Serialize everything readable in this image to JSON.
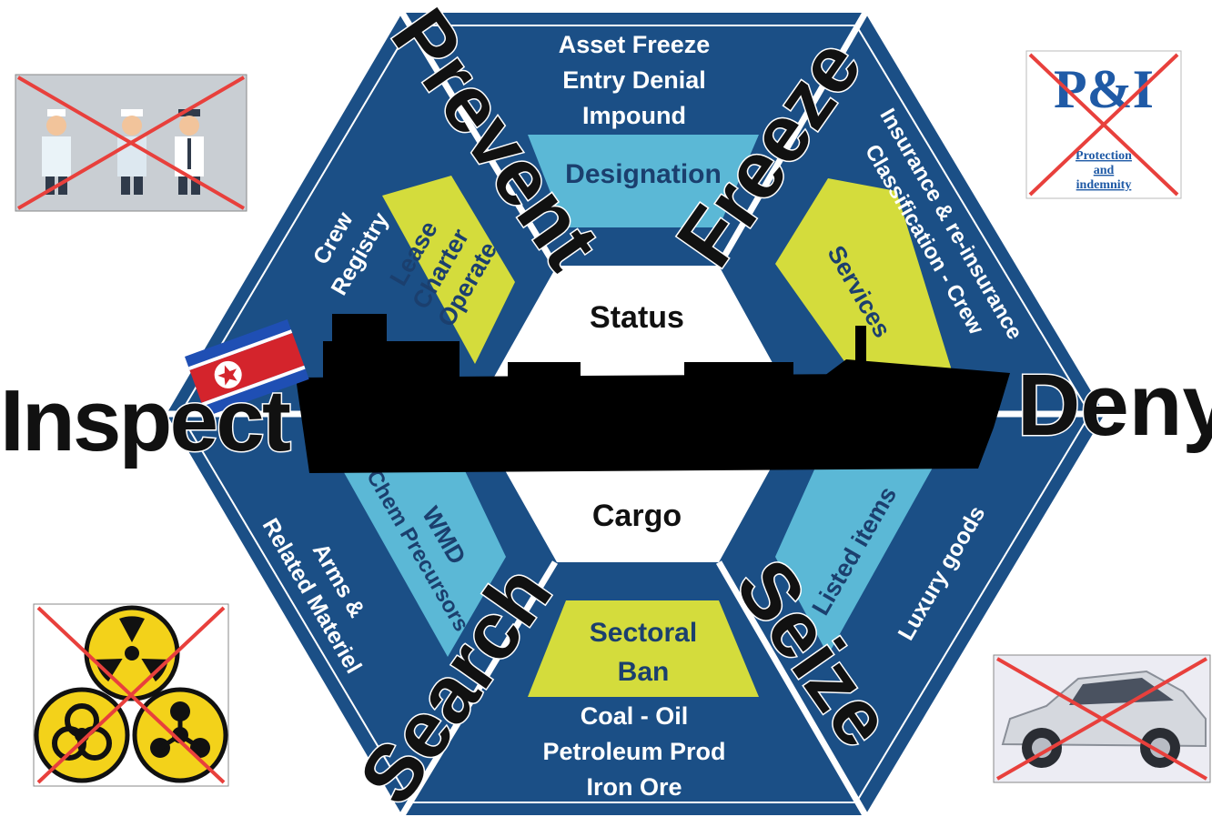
{
  "diagram": {
    "colors": {
      "hex_dark": "#1b4f86",
      "hex_border": "#ffffff",
      "inner_blue": "#5bb8d6",
      "inner_yellow": "#d4dc3c",
      "ship": "#000000",
      "cross": "#e8403c"
    },
    "verbs": {
      "prevent": "Prevent",
      "freeze": "Freeze",
      "inspect": "Inspect",
      "deny": "Deny",
      "search": "Search",
      "seize": "Seize"
    },
    "segments": {
      "top": [
        "Asset Freeze",
        "Entry Denial",
        "Impound"
      ],
      "top_left": [
        "Crew",
        "Registry"
      ],
      "top_right": [
        "Insurance & re-insurance",
        "Classification - Crew"
      ],
      "bottom_left": [
        "Arms &",
        "Related Materiel"
      ],
      "bottom_right": [
        "Luxury goods"
      ],
      "bottom": [
        "Coal -  Oil",
        "Petroleum Prod",
        "Iron Ore"
      ]
    },
    "inner": {
      "designation": "Designation",
      "lease": [
        "Lease",
        "Charter",
        "Operate"
      ],
      "services": "Services",
      "wmd": [
        "WMD",
        "Chem Precursors"
      ],
      "listed": "Listed items",
      "sectoral": [
        "Sectoral",
        "Ban"
      ]
    },
    "center": {
      "status": "Status",
      "cargo": "Cargo"
    },
    "pi_badge": {
      "logo": "P&I",
      "lines": [
        "Protection",
        "and",
        "indemnity"
      ]
    },
    "icons": [
      "crew-figures-icon",
      "flag-icon",
      "radiation-icon",
      "biohazard-icon",
      "chemical-weapon-icon",
      "car-icon",
      "ship-silhouette-icon"
    ]
  }
}
